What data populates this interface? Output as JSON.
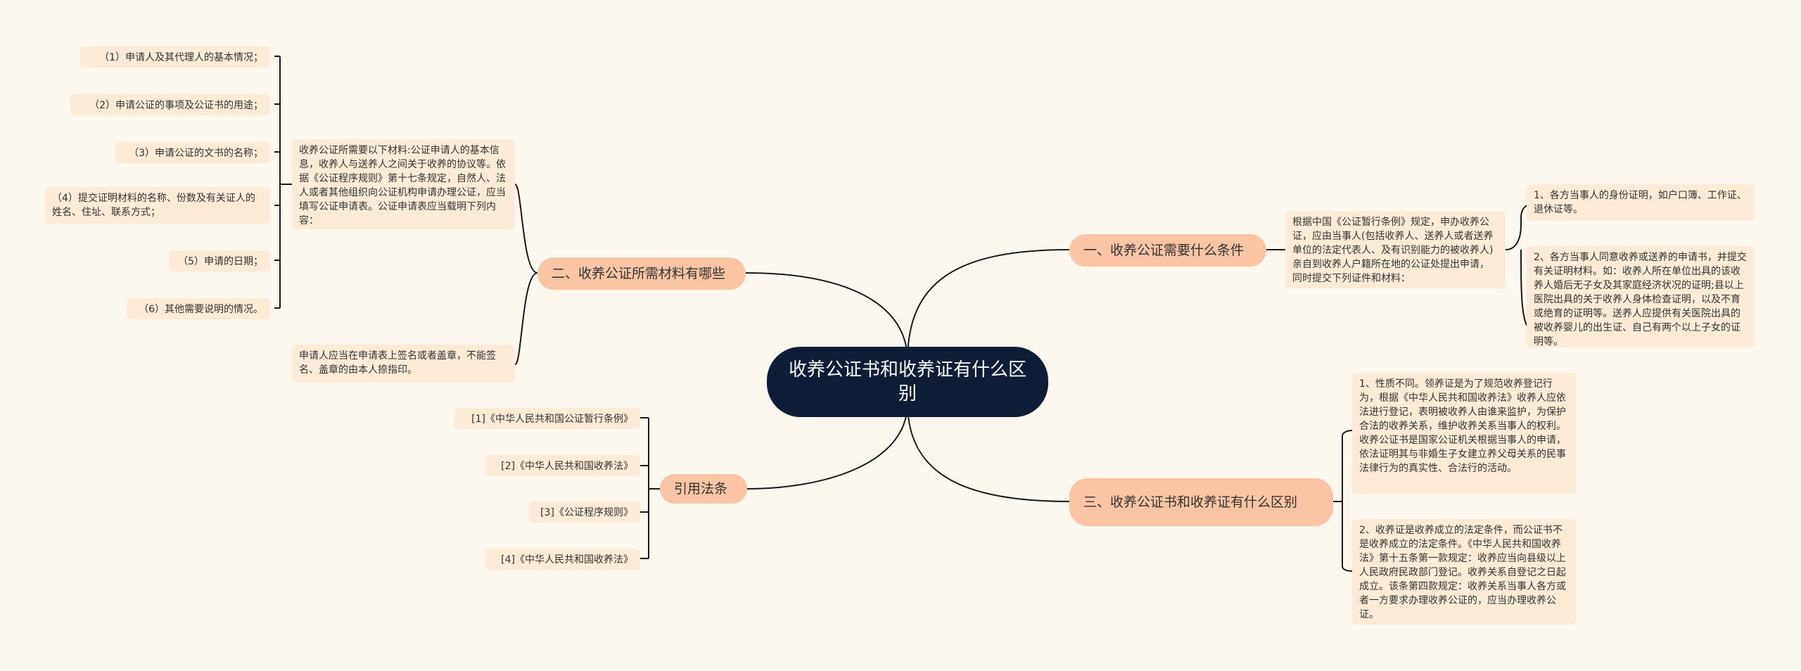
{
  "root": {
    "title": "收养公证书和收养证有什么区别"
  },
  "branches": [
    {
      "label": "一、收养公证需要什么条件",
      "intro": "根据中国《公证暂行条例》规定，申办收养公证，应由当事人(包括收养人、送养人或者送养单位的法定代表人、及有识别能力的被收养人)亲自到收养人户籍所在地的公证处提出申请，同时提交下列证件和材料：",
      "items": [
        "1、各方当事人的身份证明，如户口簿、工作证、退休证等。",
        "2、各方当事人同意收养或送养的申请书，并提交有关证明材料。如：收养人所在单位出具的该收养人婚后无子女及其家庭经济状况的证明;县以上医院出具的关于收养人身体检查证明，以及不育或绝育的证明等。送养人应提供有关医院出具的被收养婴儿的出生证、自己有两个以上子女的证明等。"
      ]
    },
    {
      "label": "二、收养公证所需材料有哪些",
      "intro": "收养公证所需要以下材料:公证申请人的基本信息，收养人与送养人之间关于收养的协议等。依据《公证程序规则》第十七条规定，自然人、法人或者其他组织向公证机构申请办理公证，应当填写公证申请表。公证申请表应当载明下列内容：",
      "items": [
        "（1）申请人及其代理人的基本情况；",
        "（2）申请公证的事项及公证书的用途；",
        "（3）申请公证的文书的名称；",
        "（4）提交证明材料的名称、份数及有关证人的姓名、住址、联系方式；",
        "（5）申请的日期；",
        "（6）其他需要说明的情况。"
      ],
      "note": "申请人应当在申请表上签名或者盖章，不能签名、盖章的由本人捺指印。"
    },
    {
      "label": "三、收养公证书和收养证有什么区别",
      "items": [
        "1、性质不同。领养证是为了规范收养登记行为，根据《中华人民共和国收养法》收养人应依法进行登记，表明被收养人由谁来监护，为保护合法的收养关系，维护收养关系当事人的权利。收养公证书是国家公证机关根据当事人的申请，依法证明其与非婚生子女建立养父母关系的民事法律行为的真实性、合法行的活动。",
        "2、收养证是收养成立的法定条件，而公证书不是收养成立的法定条件。《中华人民共和国收养法》第十五条第一款规定：收养应当向县级以上人民政府民政部门登记。收养关系自登记之日起成立。该条第四款规定：收养关系当事人各方或者一方要求办理收养公证的，应当办理收养公证。"
      ]
    },
    {
      "label": "引用法条",
      "items": [
        "[1]《中华人民共和国公证暂行条例》",
        "[2]《中华人民共和国收养法》",
        "[3]《公证程序规则》",
        "[4]《中华人民共和国收养法》"
      ]
    }
  ],
  "colors": {
    "background": "#fcf8ef",
    "root": "#0f1e36",
    "branch": "#fbc4a3",
    "leaf": "#fcebd6",
    "line": "#1a1a1a"
  }
}
